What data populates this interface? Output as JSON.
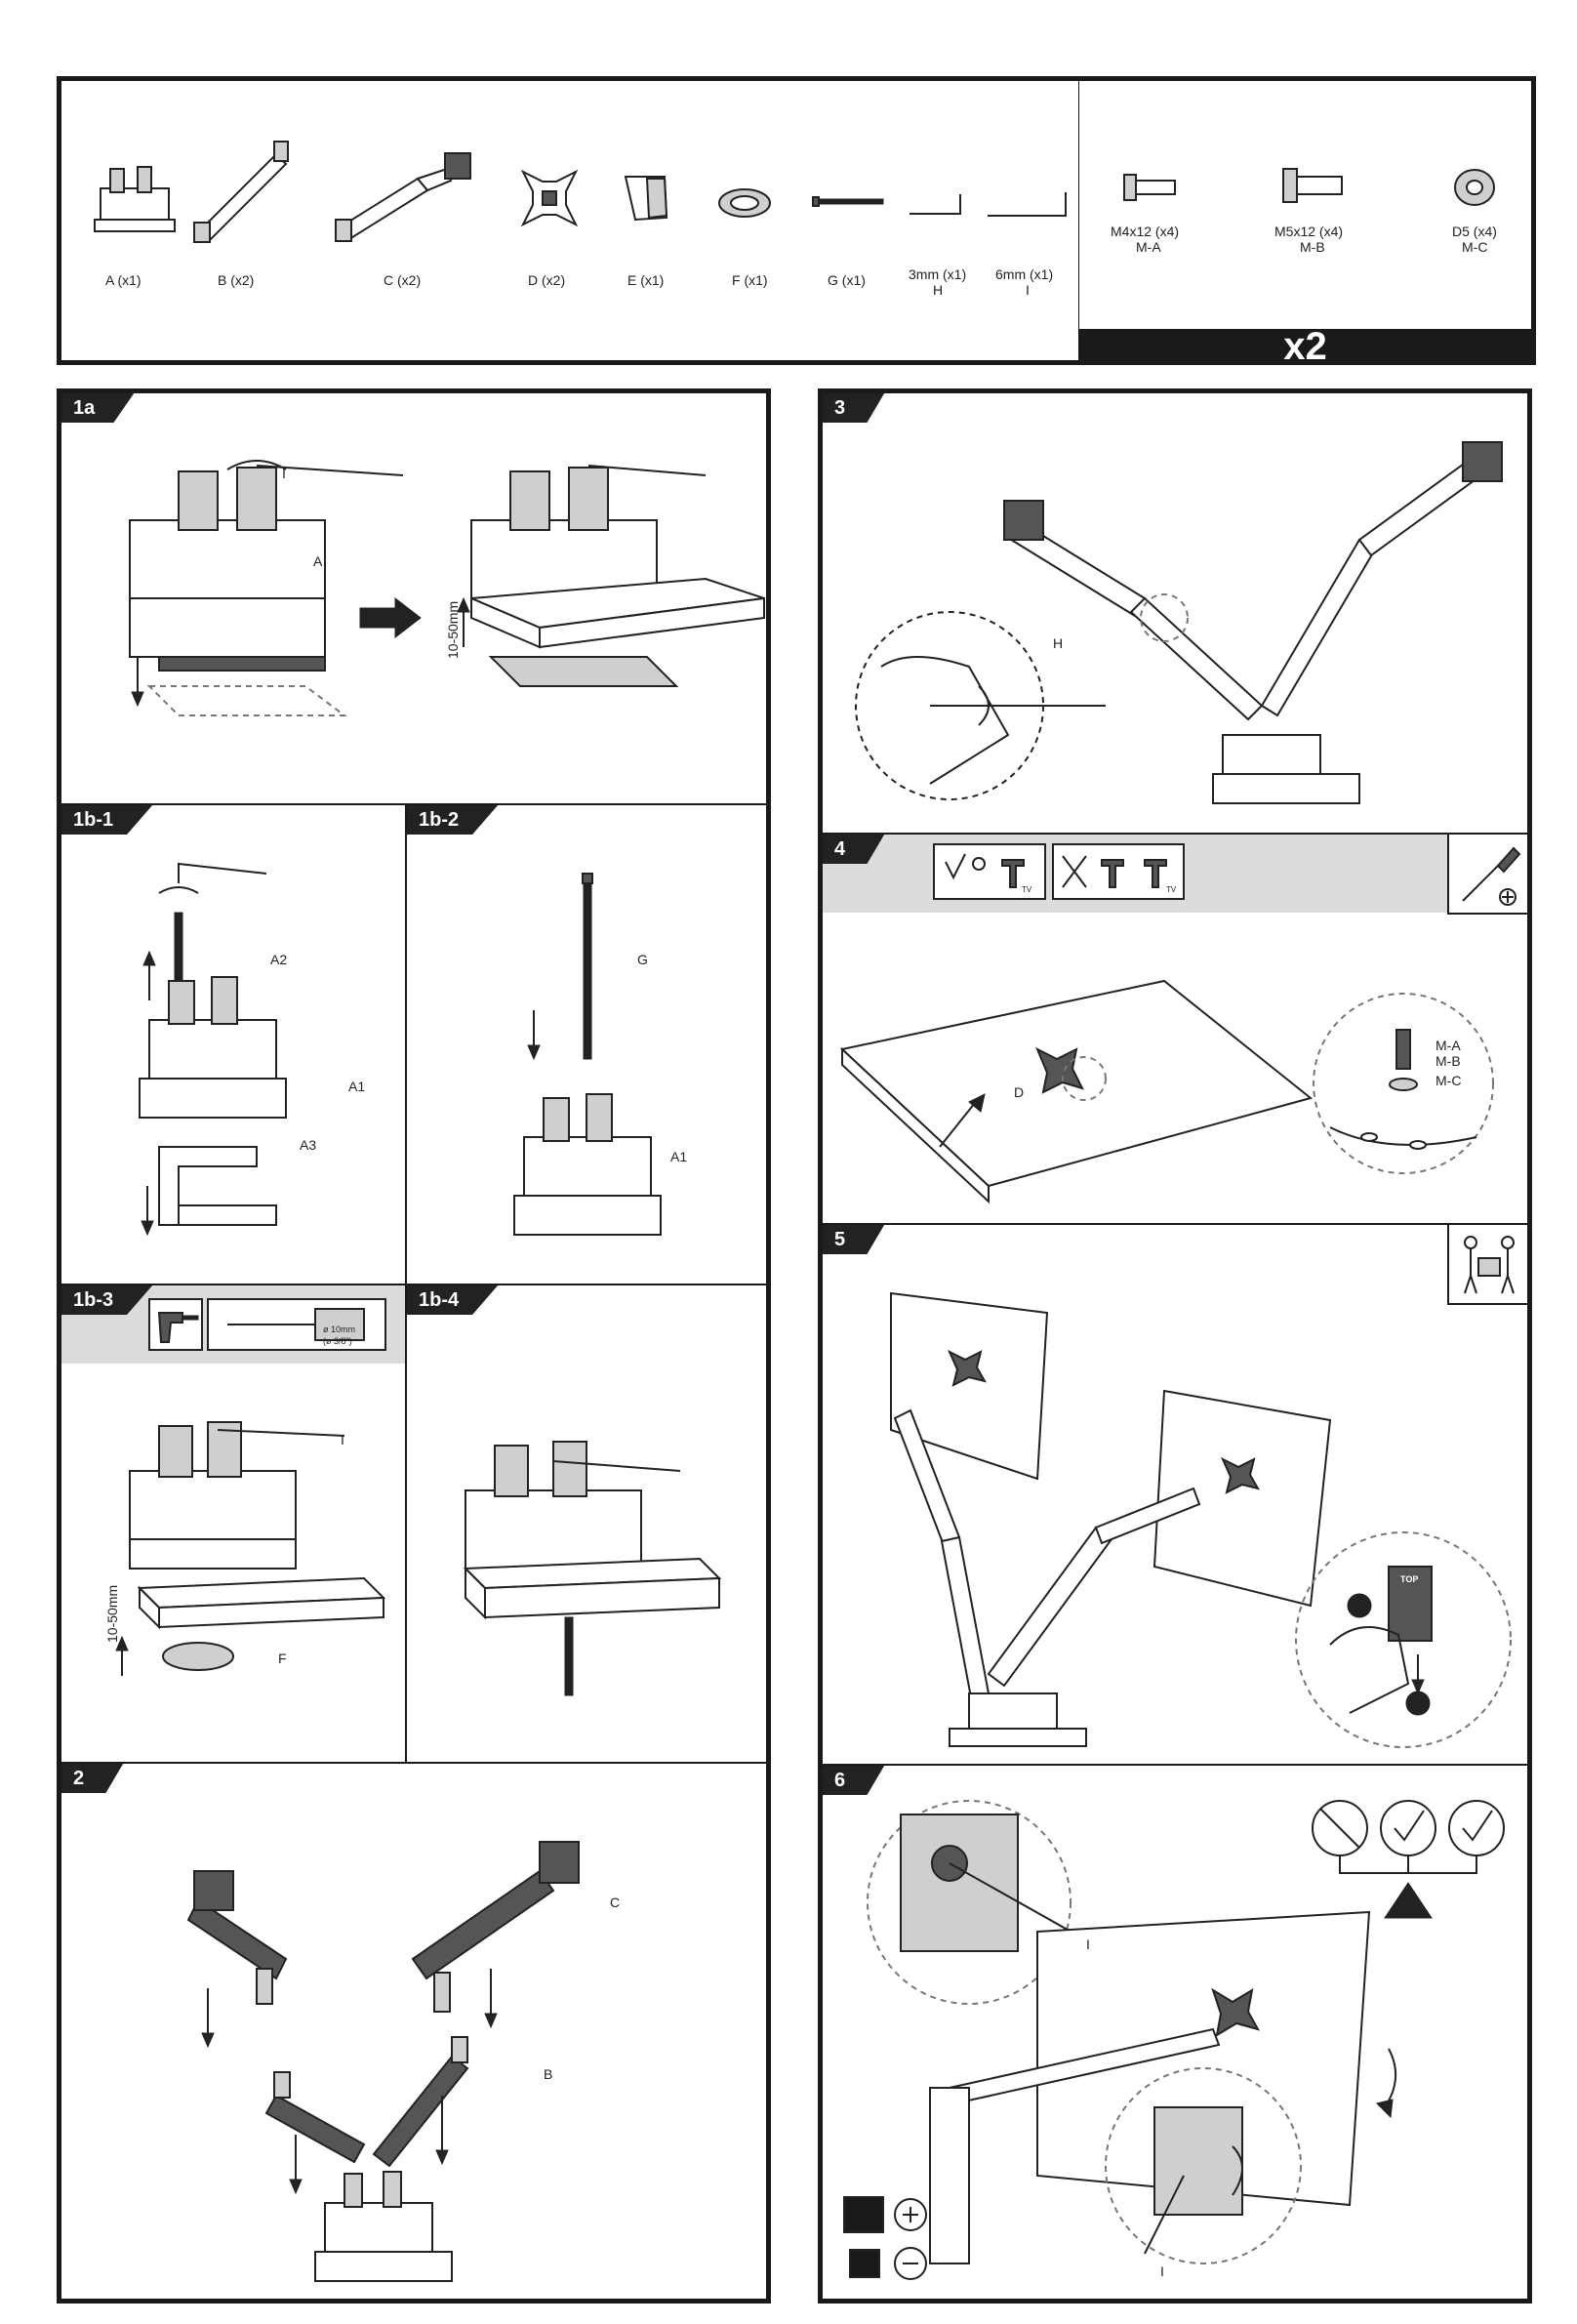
{
  "parts": [
    {
      "label": "A (x1)",
      "icon": "clamp-base-icon"
    },
    {
      "label": "B (x2)",
      "icon": "lower-arm-icon"
    },
    {
      "label": "C (x2)",
      "icon": "upper-arm-icon"
    },
    {
      "label": "D (x2)",
      "icon": "vesa-plate-icon"
    },
    {
      "label": "E (x1)",
      "icon": "cable-clip-icon"
    },
    {
      "label": "F (x1)",
      "icon": "grommet-plate-icon"
    },
    {
      "label": "G (x1)",
      "icon": "threaded-rod-icon"
    },
    {
      "label": "3mm (x1)",
      "sub": "H",
      "icon": "hex-key-3mm-icon"
    },
    {
      "label": "6mm (x1)",
      "sub": "I",
      "icon": "hex-key-6mm-icon"
    }
  ],
  "hardware": [
    {
      "label": "M4x12 (x4)",
      "sub": "M-A",
      "icon": "screw-m4-icon"
    },
    {
      "label": "M5x12 (x4)",
      "sub": "M-B",
      "icon": "screw-m5-icon"
    },
    {
      "label": "D5 (x4)",
      "sub": "M-C",
      "icon": "washer-icon"
    }
  ],
  "hardware_multiplier": "x2",
  "steps": {
    "s1a": {
      "tag": "1a",
      "callout_i": "I",
      "callout_a": "A",
      "clamp_range": "10-50mm"
    },
    "s1b1": {
      "tag": "1b-1",
      "a2": "A2",
      "a1": "A1",
      "a3": "A3"
    },
    "s1b2": {
      "tag": "1b-2",
      "g": "G",
      "a1": "A1"
    },
    "s1b3": {
      "tag": "1b-3",
      "i": "I",
      "f": "F",
      "range": "10-50mm",
      "drill_1": "ø 10mm",
      "drill_2": "(ø 3/8\")"
    },
    "s1b4": {
      "tag": "1b-4"
    },
    "s2": {
      "tag": "2",
      "c": "C",
      "b": "B"
    },
    "s3": {
      "tag": "3",
      "h": "H"
    },
    "s4": {
      "tag": "4",
      "d": "D",
      "ma": "M-A",
      "mb": "M-B",
      "mc": "M-C",
      "tv": "TV"
    },
    "s5": {
      "tag": "5",
      "top": "TOP"
    },
    "s6": {
      "tag": "6",
      "i_top": "I",
      "i_bottom": "I"
    }
  },
  "colors": {
    "ink": "#1a1a1a",
    "band": "#dcdcdc"
  }
}
